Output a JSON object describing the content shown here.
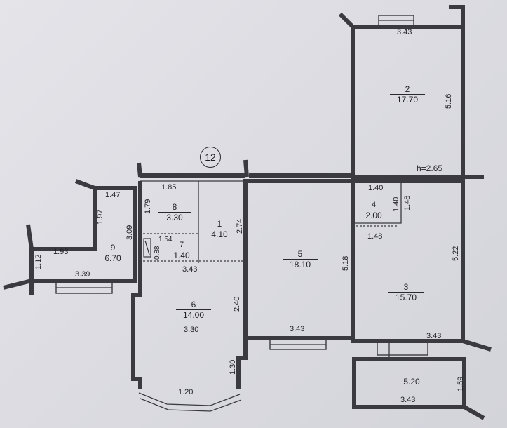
{
  "plan_number": "12",
  "height_note": "h=2.65",
  "rooms": {
    "r1": {
      "num": "1",
      "area": "4.10"
    },
    "r2": {
      "num": "2",
      "area": "17.70"
    },
    "r3": {
      "num": "3",
      "area": "15.70"
    },
    "r4": {
      "num": "4",
      "area": "2.00"
    },
    "r5": {
      "num": "5",
      "area": "18.10"
    },
    "r6": {
      "num": "6",
      "area": "14.00"
    },
    "r7": {
      "num": "7",
      "area": "1.40"
    },
    "r8": {
      "num": "8",
      "area": "3.30"
    },
    "r9": {
      "num": "9",
      "area": "6.70"
    },
    "balcony": {
      "area": "5.20"
    }
  },
  "dims": {
    "d2_top": "3.43",
    "d2_side": "5.16",
    "d8_top": "1.85",
    "d8_side": "1.79",
    "d9_top": "1.47",
    "d9_side": "1.97",
    "d9_right": "3.09",
    "d9_bot": "1.93",
    "d9_left": "1.12",
    "d9_base": "3.39",
    "d7_top": "1.54",
    "d7_side": "0.88",
    "d6_top": "3.43",
    "d6_mid": "3.30",
    "d6_side": "2.40",
    "d6_lower": "1.30",
    "d6_bay": "1.20",
    "d1_side": "2.74",
    "d5_side": "5.18",
    "d5_bot": "3.43",
    "d4_top": "1.40",
    "d4_side": "1.40",
    "d4_bot": "1.48",
    "d3_top_side": "1.48",
    "d3_side": "5.22",
    "d3_bot": "3.43",
    "bal_side": "1.59",
    "bal_bot": "3.43"
  }
}
